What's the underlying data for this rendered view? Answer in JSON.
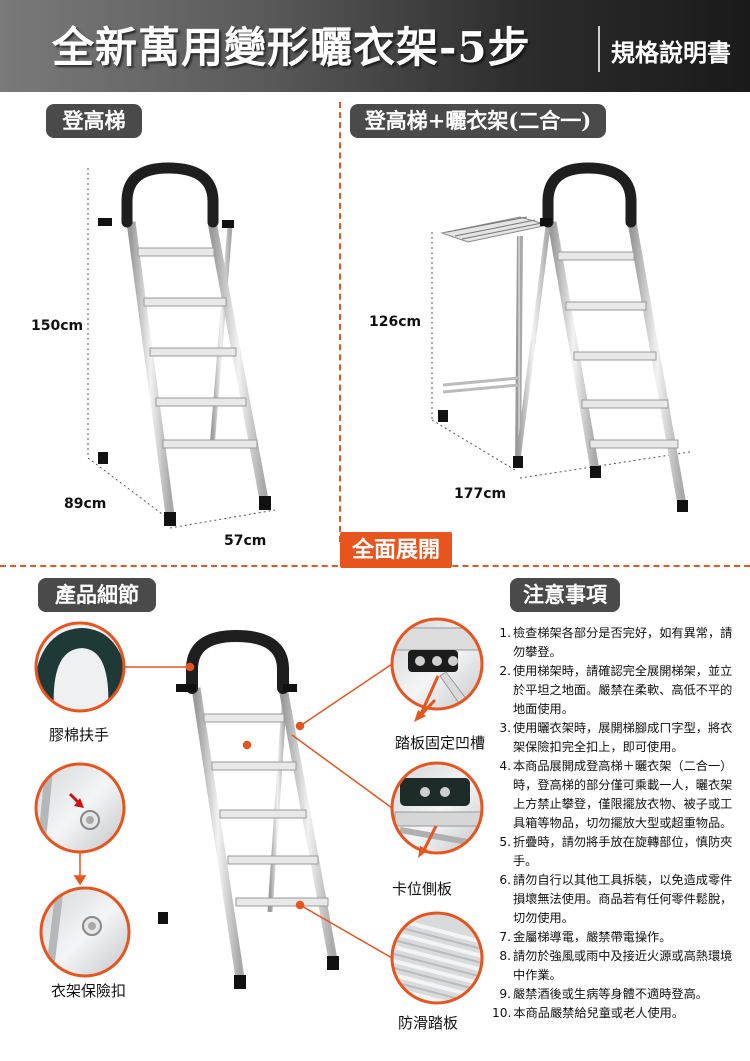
{
  "header": {
    "title": "全新萬用變形曬衣架-5步",
    "subtitle": "規格說明書"
  },
  "sections": {
    "ladder": "登高梯",
    "combo": "登高梯+曬衣架(二合一)",
    "expand": "全面展開",
    "details": "產品細節",
    "notes": "注意事項"
  },
  "dimensions": {
    "ladder_height": "150cm",
    "ladder_depth": "89cm",
    "ladder_width": "57cm",
    "combo_height": "126cm",
    "combo_length": "177cm"
  },
  "details": {
    "handle": "膠棉扶手",
    "tread_groove": "踏板固定凹槽",
    "clip_side": "卡位側板",
    "safety_buckle": "衣架保險扣",
    "anti_slip": "防滑踏板"
  },
  "notes": [
    {
      "num": "1.",
      "text": "檢查梯架各部分是否完好，如有異常，請勿攀登。"
    },
    {
      "num": "2.",
      "text": "使用梯架時，請確認完全展開梯架，並立於平坦之地面。嚴禁在柔軟、高低不平的地面使用。"
    },
    {
      "num": "3.",
      "text": "使用曬衣架時，展開梯腳成ㄇ字型，將衣架保險扣完全扣上，即可使用。"
    },
    {
      "num": "4.",
      "text": "本商品展開成登高梯＋曬衣架（二合一）時，登高梯的部分僅可乘載一人，曬衣架上方禁止攀登，僅限擺放衣物、被子或工具箱等物品，切勿擺放大型或超重物品。"
    },
    {
      "num": "5.",
      "text": "折疊時，請勿將手放在旋轉部位，慎防夾手。"
    },
    {
      "num": "6.",
      "text": "請勿自行以其他工具拆裝，以免造成零件損壞無法使用。商品若有任何零件鬆脫，切勿使用。"
    },
    {
      "num": "7.",
      "text": "金屬梯導電，嚴禁帶電操作。"
    },
    {
      "num": "8.",
      "text": "請勿於強風或雨中及接近火源或高熱環境中作業。"
    },
    {
      "num": "9.",
      "text": "嚴禁酒後或生病等身體不適時登高。"
    },
    {
      "num": "10.",
      "text": "本商品嚴禁給兒童或老人使用。"
    }
  ],
  "colors": {
    "accent": "#e8541e",
    "label_bg": "#4a4a4a"
  }
}
